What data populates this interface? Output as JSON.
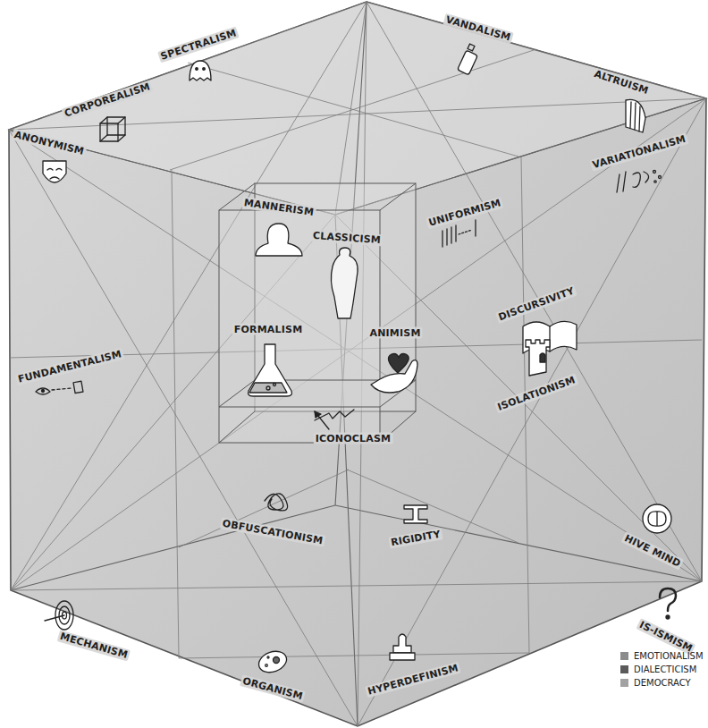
{
  "diagram": {
    "labels": [
      "SPECTRALISM",
      "VANDALISM",
      "CORPOREALISM",
      "ALTRUISM",
      "ANONYMISM",
      "VARIATIONALISM",
      "MANNERISM",
      "UNIFORMISM",
      "CLASSICISM",
      "DISCURSIVITY",
      "FORMALISM",
      "ANIMISM",
      "FUNDAMENTALISM",
      "ISOLATIONISM",
      "ICONOCLASM",
      "OBFUSCATIONISM",
      "RIGIDITY",
      "HIVE MIND",
      "IS-ISMISM",
      "MECHANISM",
      "ORGANISM",
      "HYPERDEFINISM"
    ],
    "legend": [
      {
        "text": "EMOTIONALISM",
        "color": "#8c8c8c"
      },
      {
        "text": "DIALECTICISM",
        "color": "#5a5a5a"
      },
      {
        "text": "DEMOCRACY",
        "color": "#a2a2a2"
      }
    ]
  }
}
